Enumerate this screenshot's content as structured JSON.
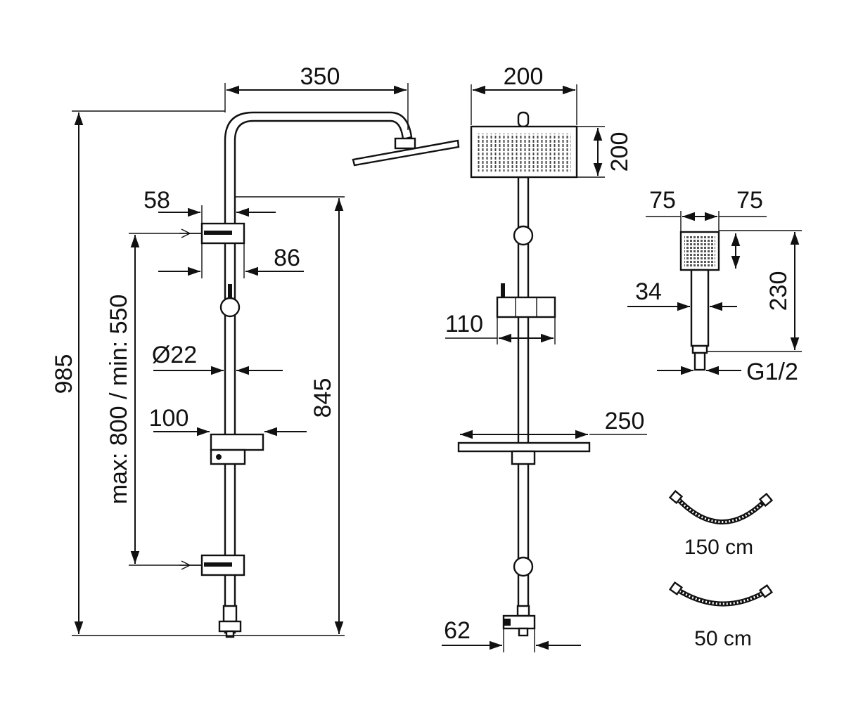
{
  "side_view": {
    "arm_width": "350",
    "total_height": "985",
    "bracket_depth": "58",
    "bracket_offset": "86",
    "bracket_adjust": "max: 800 / min: 550",
    "pipe_diameter": "Ø22",
    "shelf_depth": "100",
    "rail_height": "845"
  },
  "front_view": {
    "head_width": "200",
    "head_height": "200",
    "valve_width": "110",
    "shelf_width": "250",
    "inlet_width": "62"
  },
  "hand_shower": {
    "head_left": "75",
    "head_right": "75",
    "handle_diameter": "34",
    "length": "230",
    "thread": "G1/2"
  },
  "hoses": [
    {
      "label": "150 cm"
    },
    {
      "label": "50 cm"
    }
  ]
}
